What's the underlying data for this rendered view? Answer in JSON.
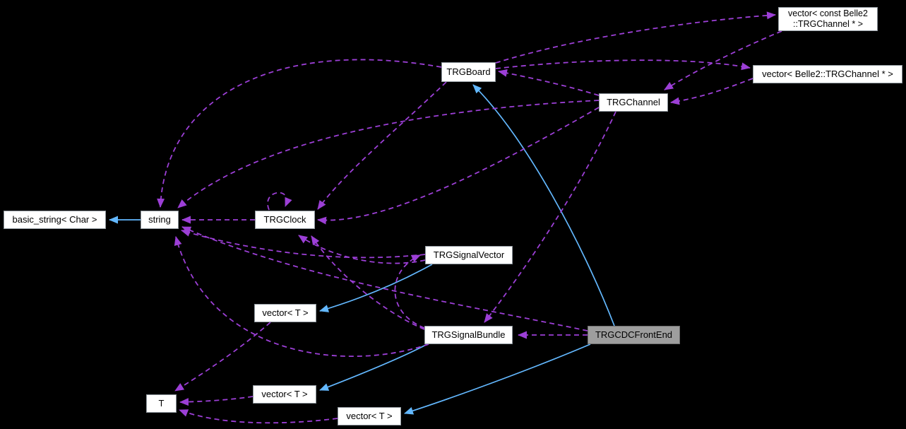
{
  "diagram": {
    "kind": "collaboration-graph",
    "background_color": "#000000",
    "edge_colors": {
      "uses": "#9c3fd6",
      "inherits": "#63b8ff"
    },
    "node_colors": {
      "fill": "#ffffff",
      "border": "#8f979e",
      "focus_fill": "#9e9e9e",
      "focus_border": "#6f6f6f",
      "text": "#000000"
    },
    "focus_node": "frontend",
    "nodes": {
      "vec_const": {
        "label": "vector< const Belle2\n::TRGChannel * >"
      },
      "board": {
        "label": "TRGBoard"
      },
      "vec_belle2": {
        "label": "vector< Belle2::TRGChannel * >"
      },
      "channel": {
        "label": "TRGChannel"
      },
      "basic_string": {
        "label": "basic_string< Char >"
      },
      "string": {
        "label": "string"
      },
      "clock": {
        "label": "TRGClock"
      },
      "signal_vector": {
        "label": "TRGSignalVector"
      },
      "vec_t_mid": {
        "label": "vector< T >"
      },
      "signal_bundle": {
        "label": "TRGSignalBundle"
      },
      "frontend": {
        "label": "TRGCDCFrontEnd"
      },
      "vec_t_bl": {
        "label": "vector< T >"
      },
      "t": {
        "label": "T"
      },
      "vec_t_bot": {
        "label": "vector< T >"
      }
    },
    "edges": [
      {
        "from": "string",
        "to": "basic_string",
        "type": "inherits"
      },
      {
        "from": "signal_vector",
        "to": "vec_t_mid",
        "type": "inherits"
      },
      {
        "from": "signal_bundle",
        "to": "vec_t_bl",
        "type": "inherits"
      },
      {
        "from": "frontend",
        "to": "vec_t_bot",
        "type": "inherits"
      },
      {
        "from": "frontend",
        "to": "board",
        "type": "inherits"
      },
      {
        "from": "board",
        "to": "string",
        "type": "uses"
      },
      {
        "from": "board",
        "to": "clock",
        "type": "uses"
      },
      {
        "from": "board",
        "to": "vec_const",
        "type": "uses"
      },
      {
        "from": "board",
        "to": "vec_belle2",
        "type": "uses"
      },
      {
        "from": "channel",
        "to": "board",
        "type": "uses"
      },
      {
        "from": "channel",
        "to": "string",
        "type": "uses"
      },
      {
        "from": "channel",
        "to": "clock",
        "type": "uses"
      },
      {
        "from": "channel",
        "to": "signal_bundle",
        "type": "uses"
      },
      {
        "from": "vec_const",
        "to": "channel",
        "type": "uses"
      },
      {
        "from": "vec_belle2",
        "to": "channel",
        "type": "uses"
      },
      {
        "from": "clock",
        "to": "string",
        "type": "uses"
      },
      {
        "from": "clock",
        "to": "clock",
        "type": "uses"
      },
      {
        "from": "signal_vector",
        "to": "string",
        "type": "uses"
      },
      {
        "from": "signal_vector",
        "to": "clock",
        "type": "uses"
      },
      {
        "from": "signal_bundle",
        "to": "string",
        "type": "uses"
      },
      {
        "from": "signal_bundle",
        "to": "clock",
        "type": "uses"
      },
      {
        "from": "signal_bundle",
        "to": "signal_vector",
        "type": "uses"
      },
      {
        "from": "frontend",
        "to": "signal_bundle",
        "type": "uses"
      },
      {
        "from": "frontend",
        "to": "string",
        "type": "uses"
      },
      {
        "from": "vec_t_mid",
        "to": "t",
        "type": "uses"
      },
      {
        "from": "vec_t_bl",
        "to": "t",
        "type": "uses"
      },
      {
        "from": "vec_t_bot",
        "to": "t",
        "type": "uses"
      }
    ]
  }
}
